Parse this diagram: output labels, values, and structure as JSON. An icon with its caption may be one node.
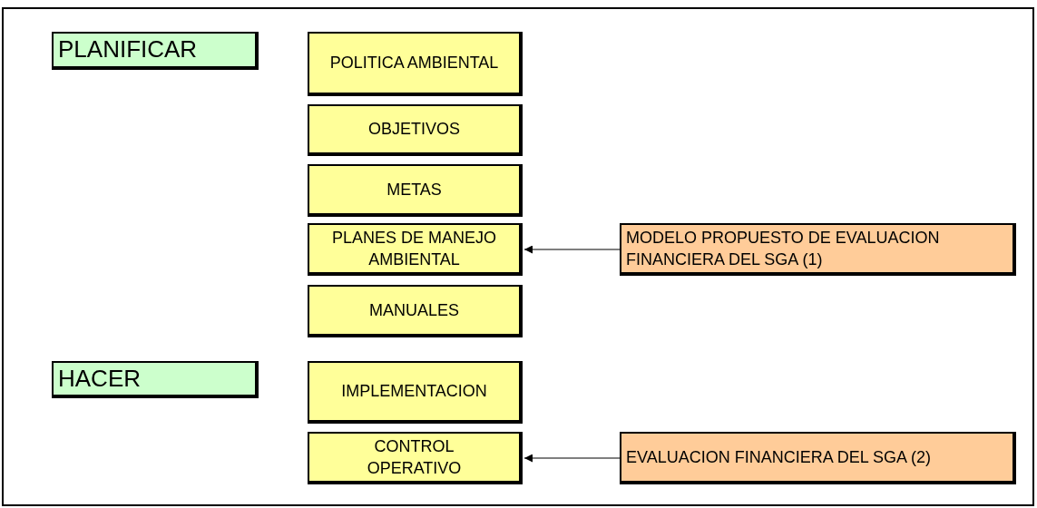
{
  "diagram": {
    "nodes": [
      {
        "text": [
          "PLANIFICAR"
        ]
      },
      {
        "text": [
          "POLITICA AMBIENTAL"
        ]
      },
      {
        "text": [
          "OBJETIVOS"
        ]
      },
      {
        "text": [
          "METAS"
        ]
      },
      {
        "text": [
          "PLANES DE MANEJO AMBIENTAL"
        ]
      },
      {
        "text": [
          "MODELO PROPUESTO DE EVALUACION FINANCIERA DEL SGA (1)"
        ]
      },
      {
        "text": [
          "MANUALES"
        ]
      },
      {
        "text": [
          "HACER"
        ]
      },
      {
        "text": [
          "IMPLEMENTACION"
        ]
      },
      {
        "text": [
          "CONTROL OPERATIVO"
        ]
      },
      {
        "text": [
          "EVALUACION FINANCIERA DEL SGA (2)"
        ]
      }
    ],
    "edges": [
      {
        "from": 5,
        "to": 4,
        "arrow": "to"
      },
      {
        "from": 10,
        "to": 9,
        "arrow": "to"
      }
    ]
  }
}
